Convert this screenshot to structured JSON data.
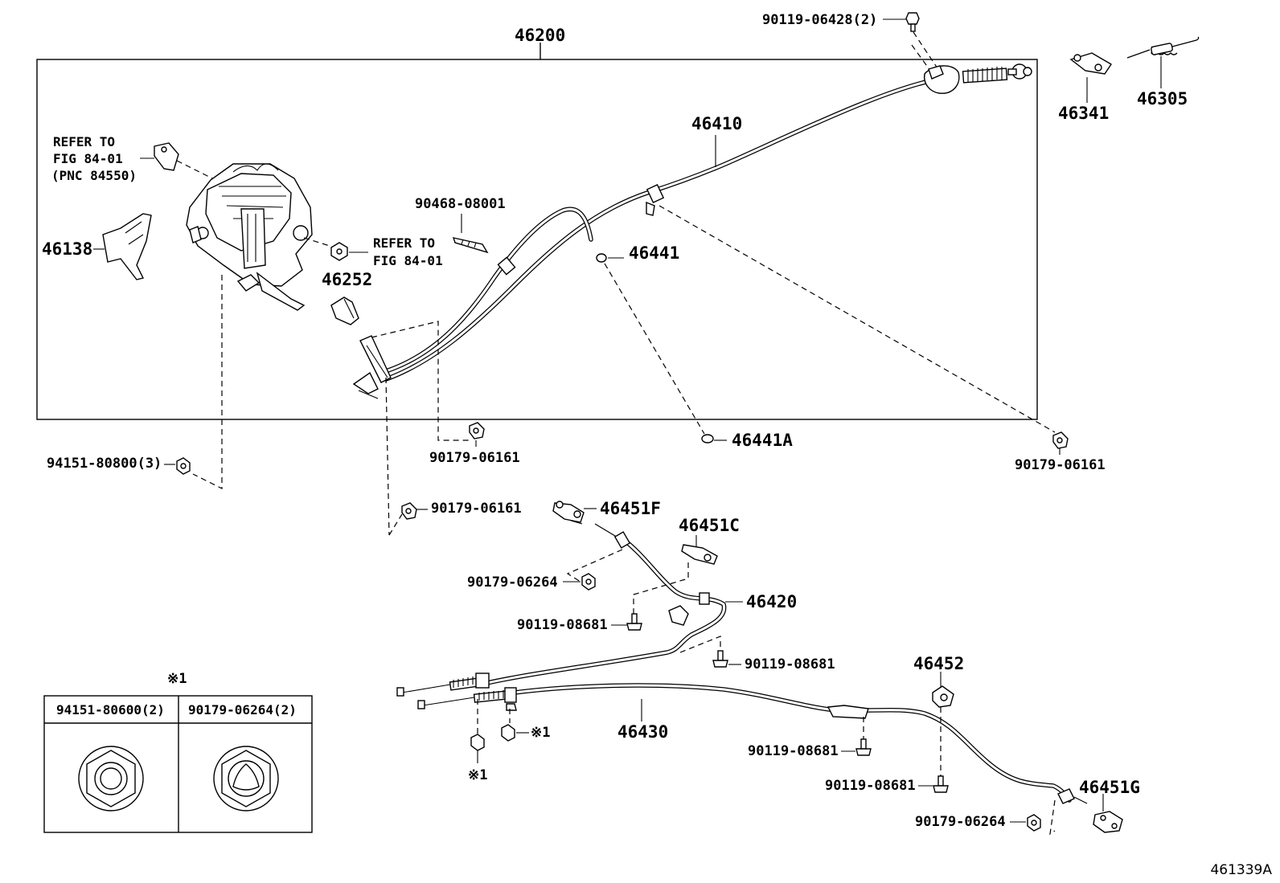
{
  "figure_id": "461339A",
  "assembly_label": "46200",
  "refer_notes": {
    "upper_line1": "REFER TO",
    "upper_line2": "FIG 84-01",
    "upper_line3": "(PNC 84550)",
    "right_line1": "REFER TO",
    "right_line2": "FIG 84-01"
  },
  "labels": {
    "bolt_top": "90119-06428(2)",
    "p46410": "46410",
    "p46341": "46341",
    "p46305": "46305",
    "p90468": "90468-08001",
    "p46138": "46138",
    "p46252": "46252",
    "p46441": "46441",
    "p46441A": "46441A",
    "nut_left": "94151-80800(3)",
    "nut_mid": "90179-06161",
    "nut_right": "90179-06161",
    "nut_lower": "90179-06161",
    "p46451F": "46451F",
    "p46451C": "46451C",
    "nut_06264_a": "90179-06264",
    "p46420": "46420",
    "bolt_08681_a": "90119-08681",
    "bolt_08681_b": "90119-08681",
    "p46430": "46430",
    "mark_a": "※1",
    "mark_b": "※1",
    "p46452": "46452",
    "bolt_08681_c": "90119-08681",
    "bolt_08681_d": "90119-08681",
    "p46451G": "46451G",
    "nut_06264_b": "90179-06264"
  },
  "legend": {
    "mark": "※1",
    "col1": "94151-80600(2)",
    "col2": "90179-06264(2)"
  }
}
